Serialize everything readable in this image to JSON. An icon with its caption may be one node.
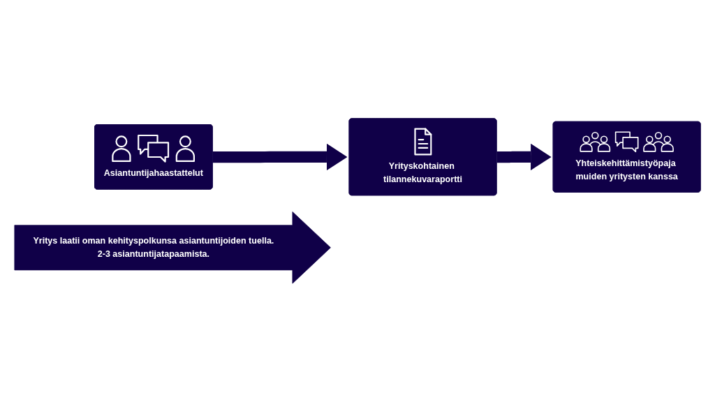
{
  "diagram": {
    "nodes": [
      {
        "text": [
          "Asiantuntijahaastattelut"
        ]
      },
      {
        "text": [
          "Yrityskohtainen tilannekuvaraportti"
        ]
      },
      {
        "text": [
          "Yhteiskehittämistyöpaja muiden yritysten kanssa"
        ]
      },
      {
        "text": [
          "Yritys laatii oman kehityspolkunsa asiantuntijoiden tuella.",
          "2-3 asiantuntijatapaamista."
        ]
      }
    ],
    "edges": [
      {
        "from": 0,
        "to": 1,
        "arrow": "to"
      },
      {
        "from": 1,
        "to": 2,
        "arrow": "to"
      }
    ]
  }
}
